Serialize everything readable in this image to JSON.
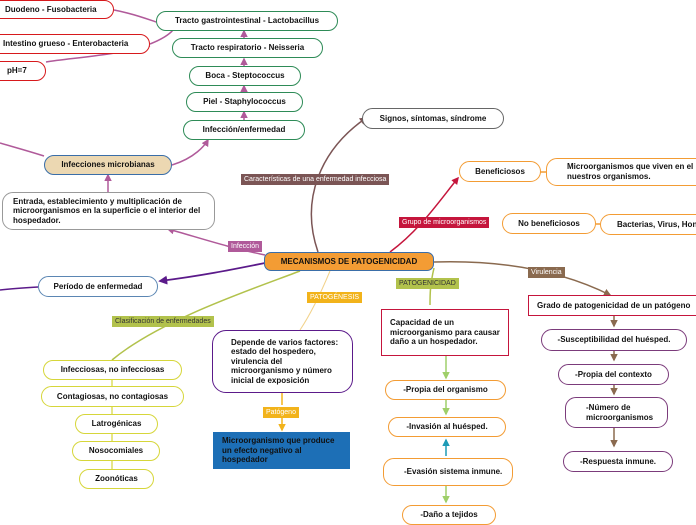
{
  "root": "MECANISMOS DE PATOGENICIDAD",
  "colors": {
    "purple": "#b05a9a",
    "green": "#2e8b57",
    "gold": "#f2b31b",
    "pink_edge": "#d7191c",
    "orange": "#f39c34",
    "grape": "#5b1a8a",
    "crimson": "#c5153c",
    "brown": "#8a6a4f",
    "gray_brown": "#7b5555",
    "olive": "#b2c24c",
    "teal": "#1d6fb6"
  },
  "labels": {
    "caracteristicas": "Características de una enfermedad infecciosa",
    "grupo": "Grupo de microorganismos",
    "infeccion": "Infección",
    "virulencia": "Virulencia",
    "patogenicidad": "PATOGENICIDAD",
    "patogenesis": "PATOGÉNESIS",
    "clasificacion": "Clasificación de enfermedades",
    "patogeno": "Patógeno"
  },
  "nodes": {
    "duodeno": "Duodeno - Fusobacteria",
    "intestino": "Intestino grueso - Enterobacteria",
    "ph": "pH=7",
    "tracto_gi": "Tracto gastrointestinal - Lactobacillus",
    "tracto_resp": "Tracto respiratorio - Neisseria",
    "boca": "Boca - Steptococcus",
    "piel": "Piel - Staphylococcus",
    "infeccion_enf": "Infección/enfermedad",
    "signos": "Signos, síntomas, síndrome",
    "infecciones_micro": "Infecciones microbianas",
    "entrada": "Entrada, establecimiento y multiplicación de microorganismos en la superficie o el interior del hospedador.",
    "beneficiosos": "Beneficiosos",
    "micro_viven": "Microorganismos que viven en el nuestros organismos.",
    "no_beneficiosos": "No beneficiosos",
    "bacterias": "Bacterias, Virus, Hongos",
    "periodo": "Período de enfermedad",
    "grado": "Grado de patogenicidad de un patógeno",
    "susceptibilidad": "-Susceptibilidad del huésped.",
    "propia_contexto": "-Propia del contexto",
    "numero": "-Número de microorganismos",
    "respuesta": "-Respuesta inmune.",
    "capacidad": "Capacidad de un microorganismo para causar daño a un hospedador.",
    "propia_organismo": "-Propia del organismo",
    "invasion": "-Invasión al huésped.",
    "evasion": "-Evasión sistema inmune.",
    "dano": "-Daño a tejidos",
    "depende": "Depende de varios factores: estado del hospedero, virulencia del microorganismo y número inicial de exposición",
    "micro_produce": "Microorganismo que produce un efecto negativo al hospedador",
    "infecciosas": "Infecciosas, no infecciosas",
    "contagiosas": "Contagiosas, no contagiosas",
    "latrogenicas": "Latrogénicas",
    "nosocomiales": "Nosocomiales",
    "zoonoticas": "Zoonóticas"
  }
}
